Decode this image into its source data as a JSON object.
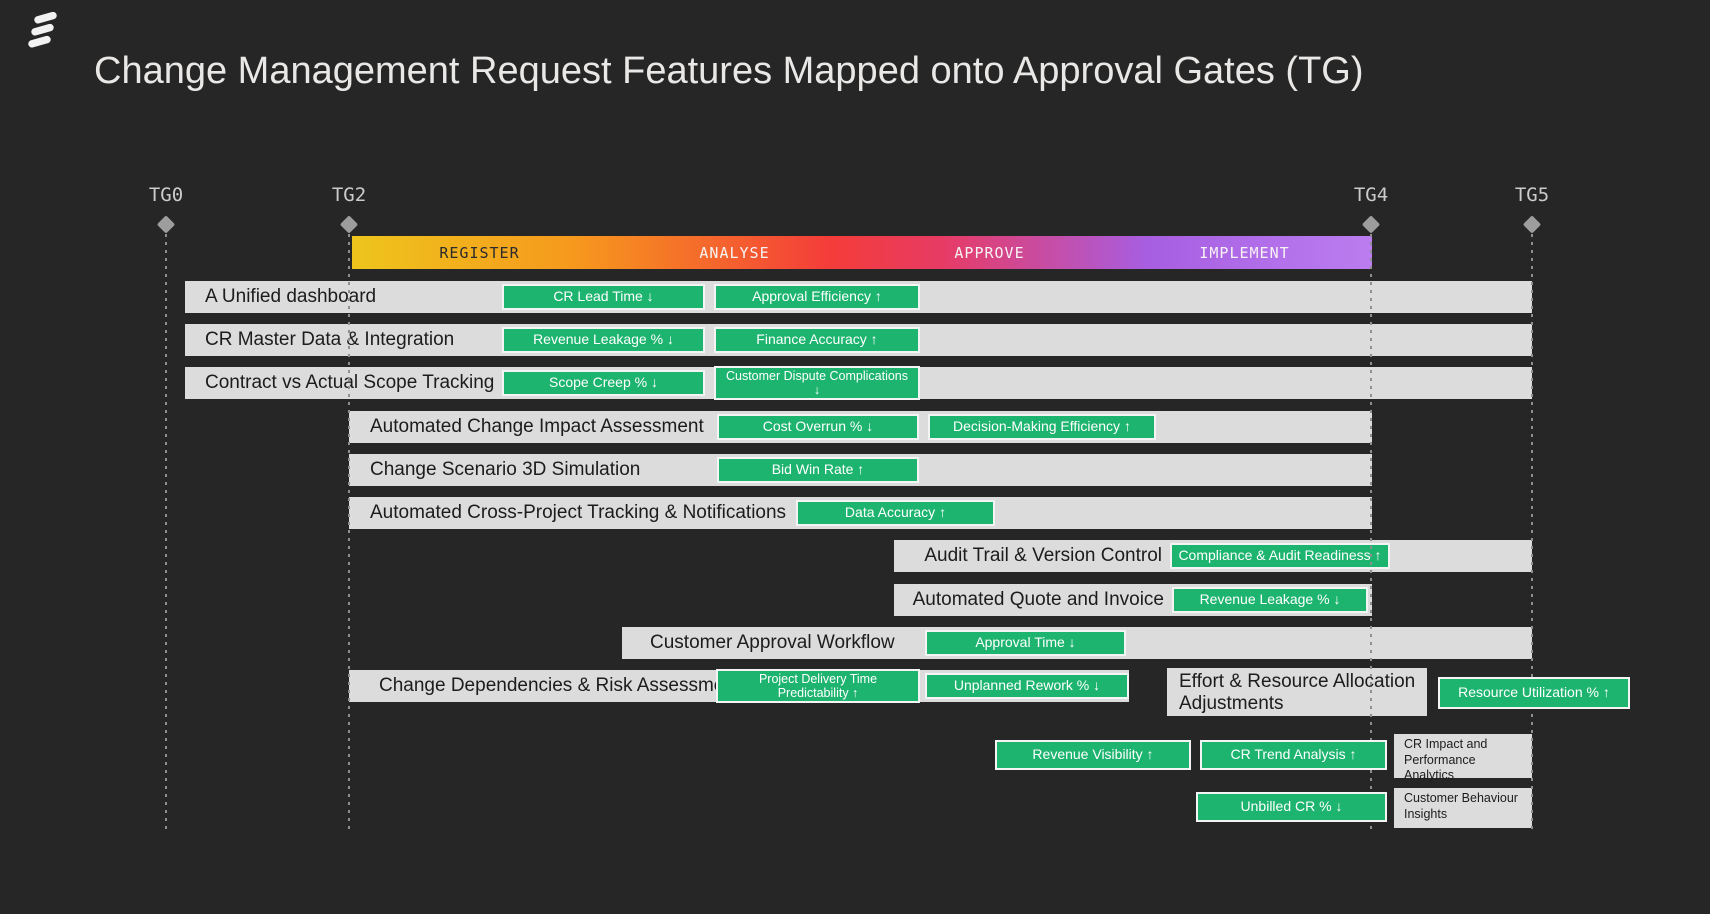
{
  "title": "Change Management Request Features Mapped onto Approval Gates (TG)",
  "logo": "ericsson-logo",
  "gates": [
    {
      "label": "TG0"
    },
    {
      "label": "TG2"
    },
    {
      "label": "TG4"
    },
    {
      "label": "TG5"
    }
  ],
  "phases": [
    {
      "label": "REGISTER"
    },
    {
      "label": "ANALYSE"
    },
    {
      "label": "APPROVE"
    },
    {
      "label": "IMPLEMENT"
    }
  ],
  "rows": [
    {
      "label": "A Unified dashboard",
      "badges": [
        {
          "label": "CR Lead Time ↓"
        },
        {
          "label": "Approval Efficiency ↑"
        }
      ]
    },
    {
      "label": "CR Master Data & Integration",
      "badges": [
        {
          "label": "Revenue Leakage % ↓"
        },
        {
          "label": "Finance Accuracy ↑"
        }
      ]
    },
    {
      "label": "Contract vs Actual Scope Tracking",
      "badges": [
        {
          "label": "Scope Creep % ↓"
        },
        {
          "label": "Customer Dispute Complications ↓"
        }
      ]
    },
    {
      "label": "Automated Change Impact Assessment",
      "badges": [
        {
          "label": "Cost Overrun % ↓"
        },
        {
          "label": "Decision-Making Efficiency ↑"
        }
      ]
    },
    {
      "label": "Change Scenario 3D Simulation",
      "badges": [
        {
          "label": "Bid Win Rate ↑"
        }
      ]
    },
    {
      "label": "Automated Cross-Project Tracking & Notifications",
      "badges": [
        {
          "label": "Data Accuracy ↑"
        }
      ]
    },
    {
      "label": "Audit Trail & Version Control",
      "badges": [
        {
          "label": "Compliance & Audit Readiness ↑"
        }
      ]
    },
    {
      "label": "Automated Quote and Invoice",
      "badges": [
        {
          "label": "Revenue Leakage % ↓"
        }
      ]
    },
    {
      "label": "Customer Approval Workflow",
      "badges": [
        {
          "label": "Approval Time ↓"
        }
      ]
    },
    {
      "label": "Change Dependencies & Risk Assessment",
      "badges": [
        {
          "label": "Project Delivery Time Predictability ↑"
        },
        {
          "label": "Unplanned Rework % ↓"
        }
      ]
    }
  ],
  "extras": {
    "effort_box": "Effort & Resource Allocation Adjustments",
    "resource_badge": "Resource Utilization % ↑",
    "revenue_visibility_badge": "Revenue Visibility ↑",
    "cr_trend_badge": "CR Trend Analysis ↑",
    "cr_impact_box": "CR Impact and Performance Analytics",
    "unbilled_badge": "Unbilled CR % ↓",
    "customer_behaviour_box": "Customer Behaviour Insights"
  },
  "colors": {
    "background": "#262626",
    "bar_gray": "#dcdcdc",
    "metric_green": "#1db46f",
    "gradient_start_yellow": "#eec51c",
    "gradient_red": "#f43c3a",
    "gradient_end_purple": "#bb7df0",
    "text_light": "#eae8e6",
    "text_dark": "#1c1c1c"
  }
}
